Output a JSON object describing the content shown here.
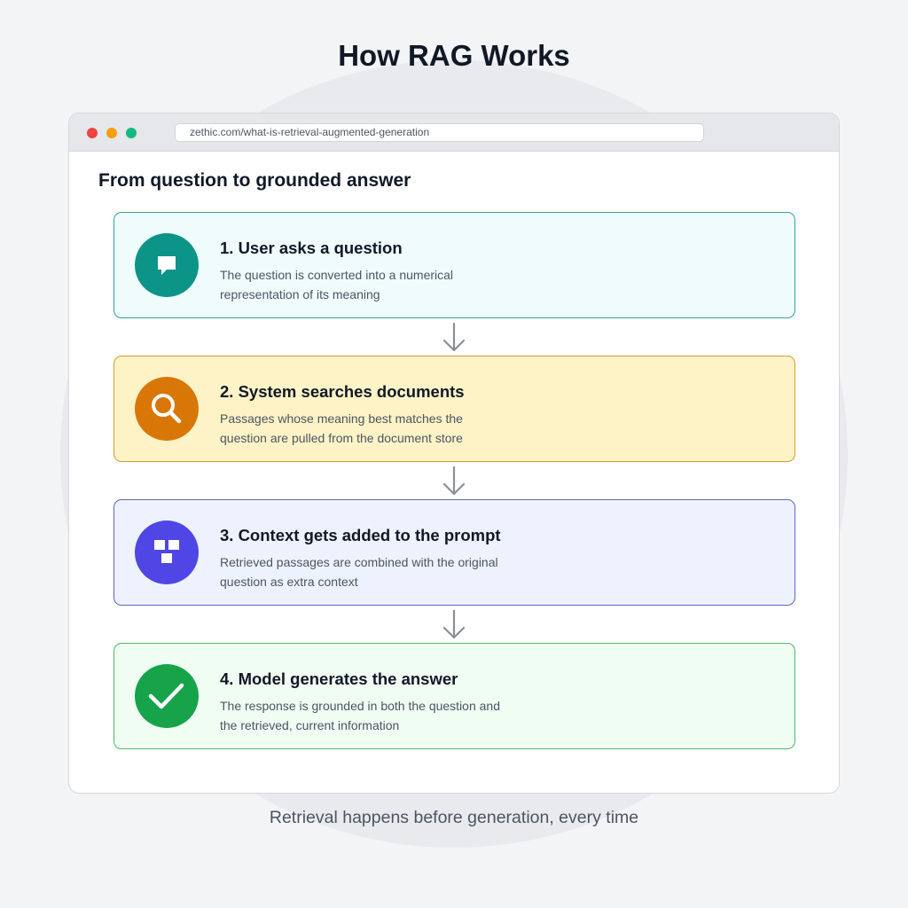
{
  "page": {
    "title": "How RAG Works",
    "caption": "Retrieval happens before generation, every time"
  },
  "browser": {
    "url": "zethic.com/what-is-retrieval-augmented-generation"
  },
  "content": {
    "heading": "From question to grounded answer",
    "steps": [
      {
        "title": "1. User asks a question",
        "description": "The question is converted into a numerical representation of its meaning",
        "icon": "speech-bubble-icon",
        "icon_color": "#0d9488",
        "background": "#effcfb",
        "border": "#2fa3a0"
      },
      {
        "title": "2. System searches documents",
        "description": "Passages whose meaning best matches the question are pulled from the document store",
        "icon": "magnifier-icon",
        "icon_color": "#d97706",
        "background": "#fef3c7",
        "border": "#d69a2d"
      },
      {
        "title": "3. Context gets added to the prompt",
        "description": "Retrieved passages are combined with the original question as extra context",
        "icon": "blocks-icon",
        "icon_color": "#4f46e5",
        "background": "#eef2ff",
        "border": "#6366b8"
      },
      {
        "title": "4. Model generates the answer",
        "description": "The response is grounded in both the question and the retrieved, current information",
        "icon": "checkmark-icon",
        "icon_color": "#16a34a",
        "background": "#effdf3",
        "border": "#4cb96e"
      }
    ]
  }
}
